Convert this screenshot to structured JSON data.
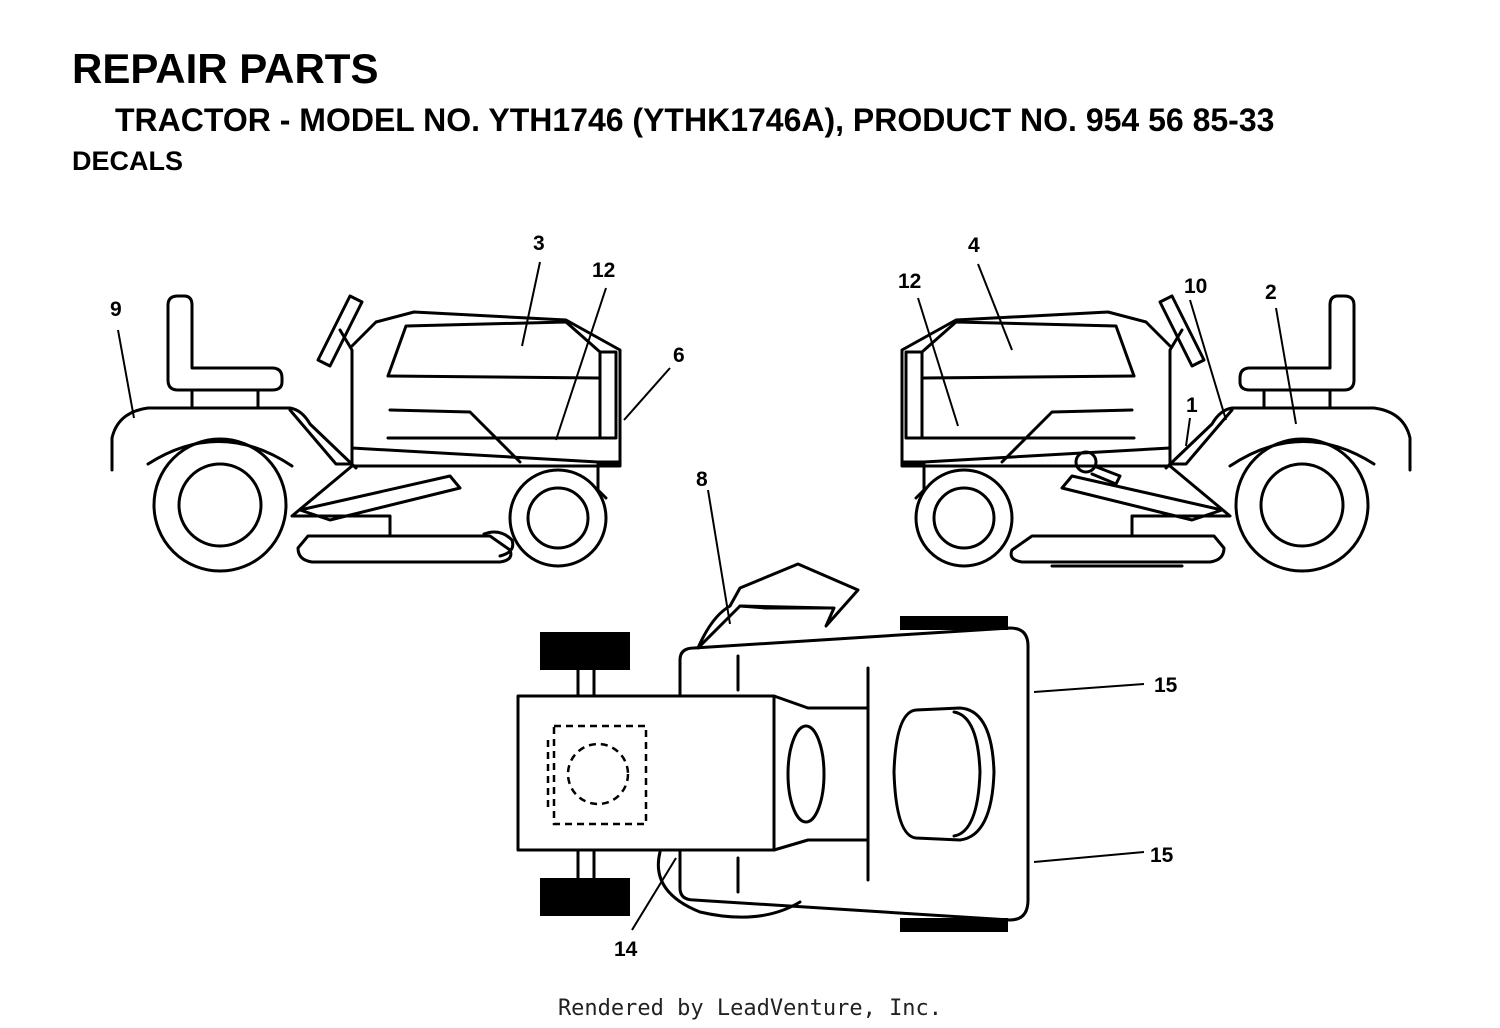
{
  "header": {
    "title": "REPAIR PARTS",
    "subtitle": "TRACTOR - MODEL NO. YTH1746 (YTHK1746A), PRODUCT NO. 954 56 85-33",
    "section": "DECALS"
  },
  "callouts": {
    "c1": "1",
    "c2": "2",
    "c3": "3",
    "c4": "4",
    "c6": "6",
    "c8": "8",
    "c9": "9",
    "c10": "10",
    "c12a": "12",
    "c12b": "12",
    "c14": "14",
    "c15a": "15",
    "c15b": "15"
  },
  "footer": {
    "credit": "Rendered by LeadVenture, Inc."
  }
}
